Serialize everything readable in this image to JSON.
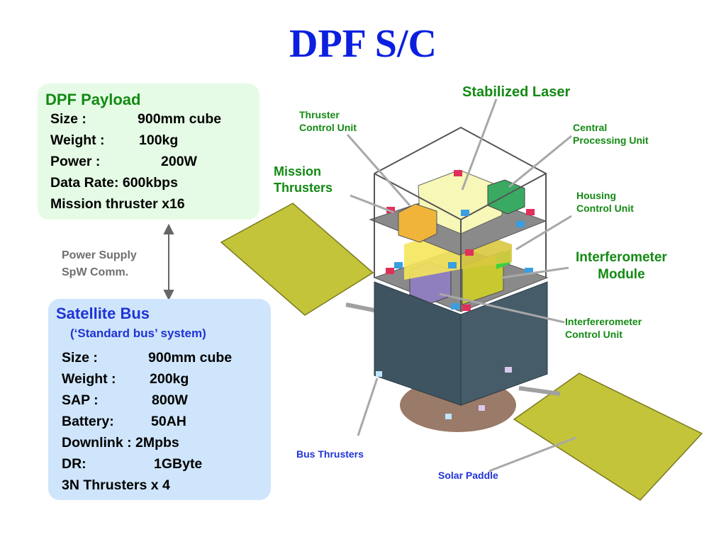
{
  "title": "DPF S/C",
  "payload": {
    "heading": "DPF Payload",
    "specs": [
      {
        "label": "Size :",
        "value": "900mm cube"
      },
      {
        "label": "Weight :",
        "value": "100kg"
      },
      {
        "label": "Power :",
        "value": "200W"
      },
      {
        "label": "Data Rate: 600kbps",
        "value": ""
      },
      {
        "label": "Mission thruster x16",
        "value": ""
      }
    ]
  },
  "link": {
    "line1": "Power Supply",
    "line2": "SpW Comm."
  },
  "bus": {
    "heading": "Satellite Bus",
    "subheading": "(‘Standard bus’ system)",
    "specs": [
      {
        "label": "Size :",
        "value": "900mm cube"
      },
      {
        "label": "Weight :",
        "value": "200kg"
      },
      {
        "label": "SAP :",
        "value": "800W"
      },
      {
        "label": "Battery:",
        "value": "50AH"
      },
      {
        "label": "Downlink : 2Mpbs",
        "value": ""
      },
      {
        "label": "DR:",
        "value": "1GByte"
      },
      {
        "label": "3N Thrusters x 4",
        "value": ""
      }
    ]
  },
  "callouts": {
    "stabilized_laser": "Stabilized Laser",
    "thruster_control_unit": [
      "Thruster",
      "Control Unit"
    ],
    "central_processing_unit": [
      "Central",
      "Processing Unit"
    ],
    "mission_thrusters": [
      "Mission",
      "Thrusters"
    ],
    "housing_control_unit": [
      "Housing",
      "Control Unit"
    ],
    "interferometer_module": [
      "Interferometer",
      "Module"
    ],
    "interferometer_control_unit": [
      "Interfererometer",
      "Control Unit"
    ],
    "bus_thrusters": "Bus Thrusters",
    "solar_paddle": "Solar Paddle"
  },
  "colors": {
    "title": "#0b1fe0",
    "payload_heading": "#138a13",
    "bus_heading": "#1f33d6",
    "payload_box": "#e5fbe5",
    "bus_box": "#cfe5fb",
    "solar_panel": "#c4c43a",
    "bus_body": "#3f5461"
  }
}
